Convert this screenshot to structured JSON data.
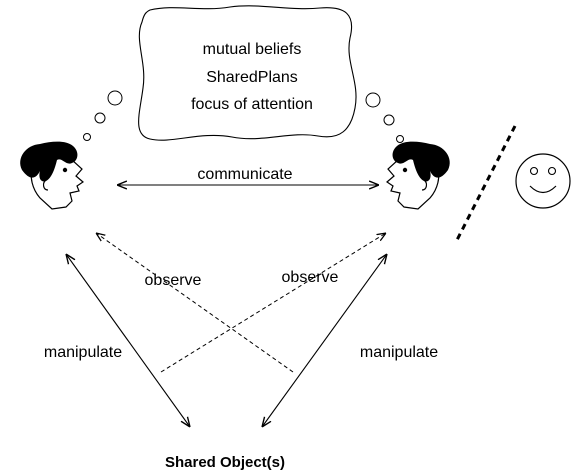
{
  "cloud": {
    "lines": [
      "mutual beliefs",
      "SharedPlans",
      "focus of attention"
    ]
  },
  "edges": {
    "communicate": "communicate",
    "observe_left": "observe",
    "observe_right": "observe",
    "manipulate_left": "manipulate",
    "manipulate_right": "manipulate"
  },
  "target": {
    "label": "Shared Object(s)"
  },
  "icons": {
    "left_agent": "human-head-icon",
    "right_agent": "human-head-icon",
    "computer_agent": "smiley-face-icon"
  }
}
